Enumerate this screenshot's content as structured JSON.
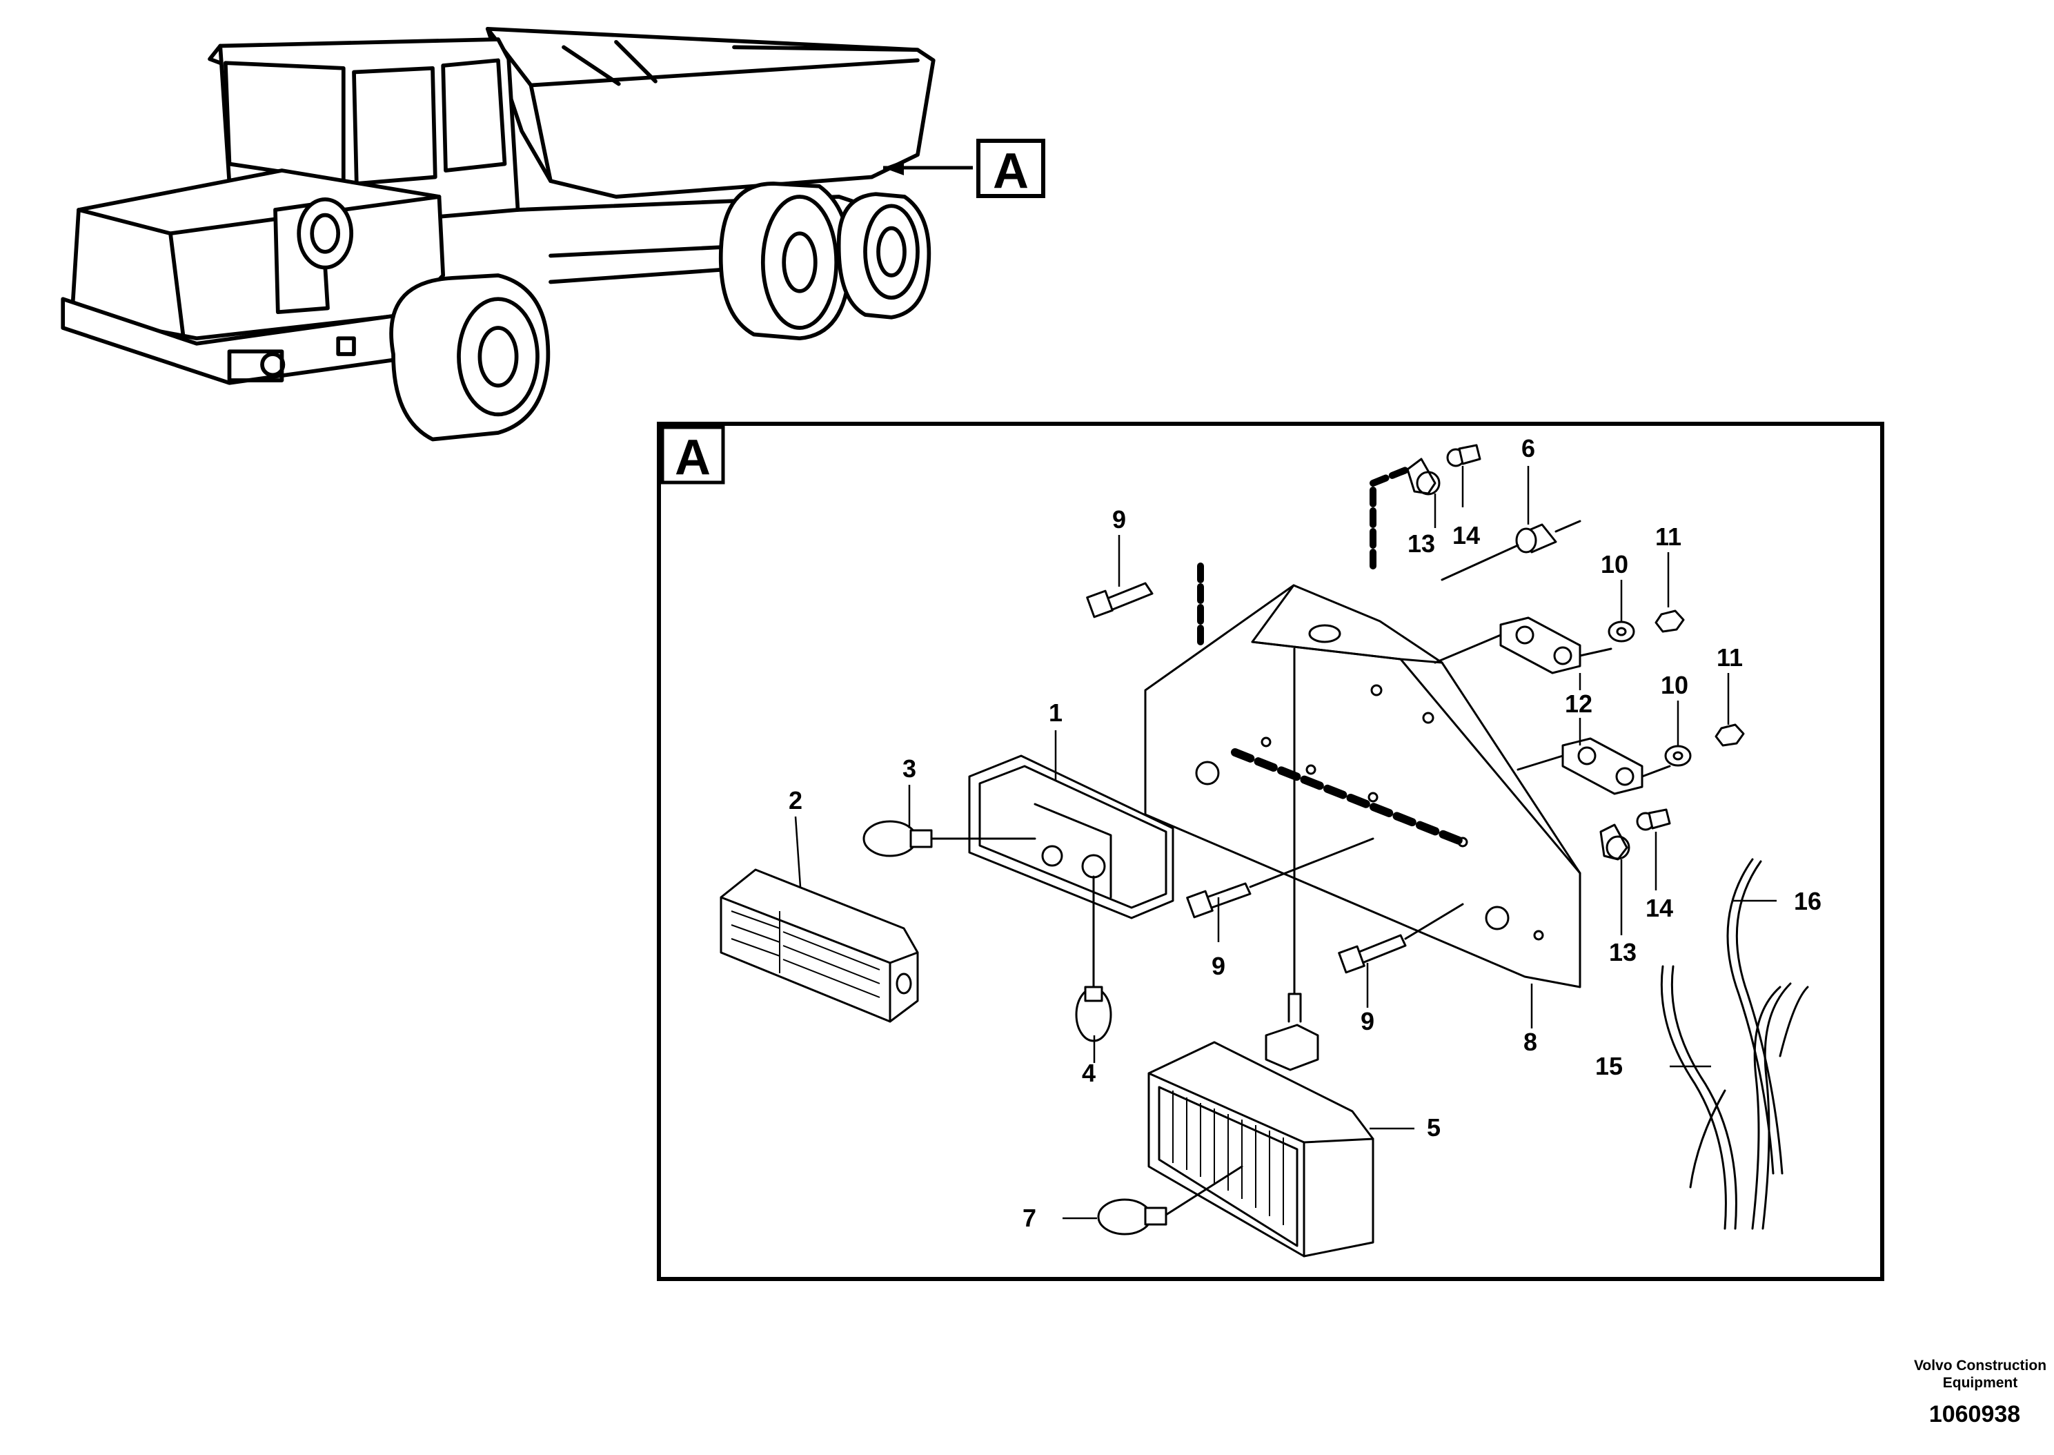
{
  "view_callout": "A",
  "detail_box": {
    "label": "A"
  },
  "part_numbers": {
    "p1": "1",
    "p2": "2",
    "p3": "3",
    "p4": "4",
    "p5": "5",
    "p6": "6",
    "p7": "7",
    "p8": "8",
    "p9a": "9",
    "p9b": "9",
    "p9c": "9",
    "p10a": "10",
    "p10b": "10",
    "p11a": "11",
    "p11b": "11",
    "p12": "12",
    "p13a": "13",
    "p13b": "13",
    "p14a": "14",
    "p14b": "14",
    "p15": "15",
    "p16": "16"
  },
  "footer": {
    "company_line1": "Volvo Construction",
    "company_line2": "Equipment",
    "document_number": "1060938"
  }
}
